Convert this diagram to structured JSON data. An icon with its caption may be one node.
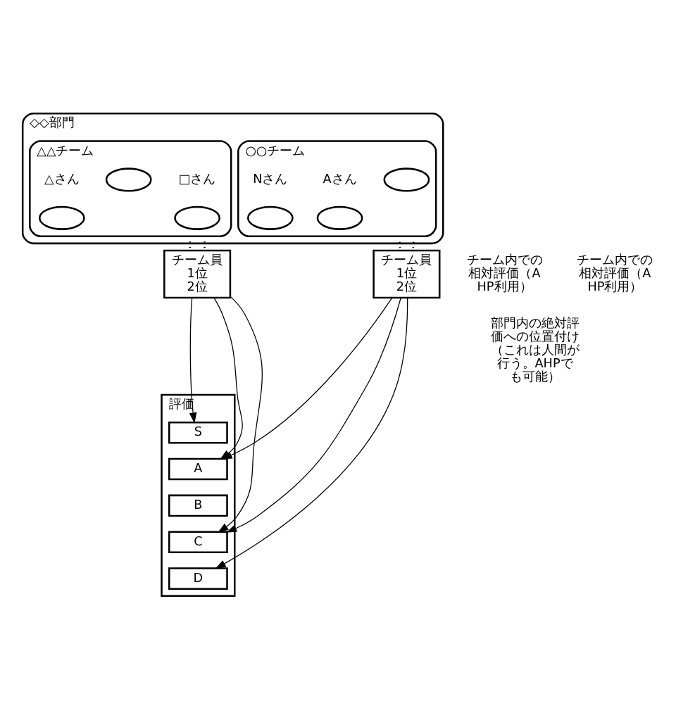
{
  "diagram": {
    "nodes": [
      {
        "text": [
          "◇◇部門"
        ]
      },
      {
        "text": [
          "○○チーム"
        ],
        "in": 0
      },
      {
        "text": [],
        "shape": "ellipse",
        "in": 1
      },
      {
        "text": [],
        "shape": "ellipse",
        "in": 1,
        "beside": [
          "Aさん"
        ]
      },
      {
        "text": [],
        "shape": "ellipse",
        "in": 1,
        "beside": [
          "Nさん"
        ]
      },
      {
        "text": [
          "△△チーム"
        ],
        "in": 0
      },
      {
        "text": [],
        "shape": "ellipse",
        "in": 5,
        "beside": [
          "□さん"
        ]
      },
      {
        "text": [],
        "shape": "ellipse",
        "in": 5
      },
      {
        "text": [],
        "shape": "ellipse",
        "in": 5,
        "beside": [
          "△さん"
        ]
      },
      {
        "text": [
          "チーム員",
          "1位",
          "2位"
        ]
      },
      {
        "text": [
          "チーム員",
          "1位",
          "2位"
        ]
      },
      {
        "text": [
          "評価"
        ]
      },
      {
        "text": [
          "S"
        ],
        "in": 11
      },
      {
        "text": [
          "A"
        ],
        "in": 11
      },
      {
        "text": [
          "B"
        ],
        "in": 11
      },
      {
        "text": [
          "C"
        ],
        "in": 11
      },
      {
        "text": [
          "D"
        ],
        "in": 11
      }
    ],
    "edges": [
      {
        "from": 1,
        "to": 9,
        "arrow": "none",
        "style": "dashed"
      },
      {
        "from": 1,
        "to": 9,
        "arrow": "none",
        "style": "dashed"
      },
      {
        "from": 5,
        "to": 10,
        "arrow": "none",
        "style": "dashed"
      },
      {
        "from": 5,
        "to": 10,
        "arrow": "none",
        "style": "dashed"
      },
      {
        "from": 9,
        "to": 13,
        "arrow": "to"
      },
      {
        "from": 9,
        "to": 15,
        "arrow": "to"
      },
      {
        "from": 9,
        "to": 16,
        "arrow": "to"
      },
      {
        "from": 10,
        "to": 12,
        "arrow": "to"
      },
      {
        "from": 10,
        "to": 13,
        "arrow": "to"
      },
      {
        "from": 10,
        "to": 15,
        "arrow": "to"
      }
    ],
    "labels": [
      "チーム内での相対評価（AHP利用）",
      "チーム内での相対評価（AHP利用）",
      "部門内の絶対評価への位置付け（これは人間が行う。AHPでも可能）"
    ]
  }
}
